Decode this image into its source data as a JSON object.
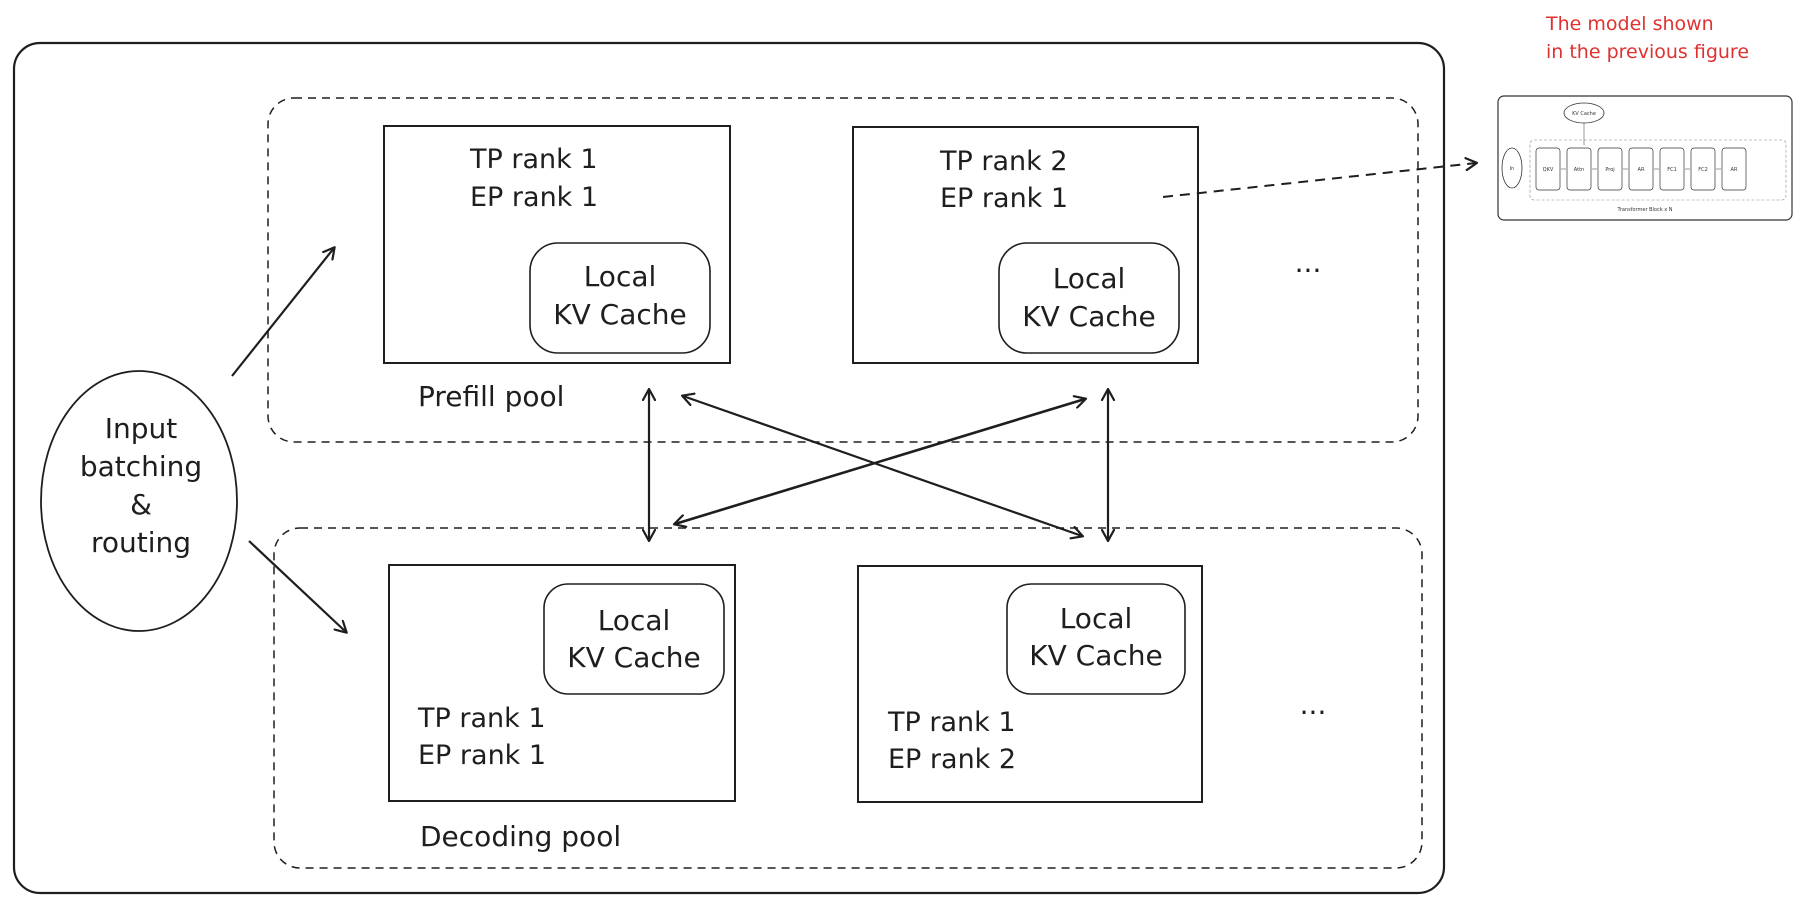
{
  "input_node": {
    "lines": [
      "Input",
      "batching",
      "&",
      "routing"
    ]
  },
  "prefill_pool": {
    "label": "Prefill pool",
    "ranks": [
      {
        "tp": "TP rank 1",
        "ep": "EP rank 1",
        "cache_line1": "Local",
        "cache_line2": "KV Cache"
      },
      {
        "tp": "TP rank 2",
        "ep": "EP rank 1",
        "cache_line1": "Local",
        "cache_line2": "KV Cache"
      }
    ],
    "ellipsis": "..."
  },
  "decoding_pool": {
    "label": "Decoding pool",
    "ranks": [
      {
        "tp": "TP rank 1",
        "ep": "EP rank 1",
        "cache_line1": "Local",
        "cache_line2": "KV Cache"
      },
      {
        "tp": "TP rank 1",
        "ep": "EP rank 2",
        "cache_line1": "Local",
        "cache_line2": "KV Cache"
      }
    ],
    "ellipsis": "..."
  },
  "annotation": {
    "line1": "The model shown",
    "line2": "in the previous figure",
    "color": "#e03131"
  },
  "thumbnail": {
    "top_label": "KV Cache",
    "blocks": [
      "In",
      "QKV GEMM",
      "Attn",
      "Proj GEMM",
      "AR Reduce + Norm",
      "FC1 Gate GEMM + SwiGLU",
      "FC2 GEMM",
      "AR Reduce + Norm"
    ],
    "footer": "Transformer Block x N"
  },
  "colors": {
    "stroke": "#1e1e1e",
    "background": "#ffffff"
  }
}
